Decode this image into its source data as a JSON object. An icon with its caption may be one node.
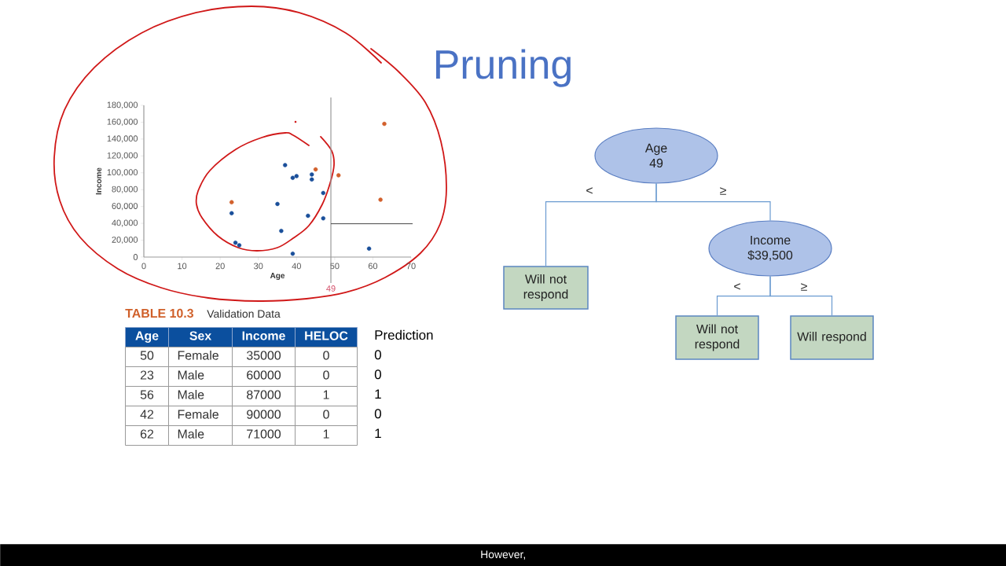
{
  "diagram": {
    "title": "Pruning",
    "caption": "However,",
    "nodes": [
      {
        "text": [
          "Age",
          "49"
        ]
      },
      {
        "text": [
          "Income",
          "$39,500"
        ]
      },
      {
        "text": [
          "Will not respond"
        ]
      },
      {
        "text": [
          "Will not respond"
        ]
      },
      {
        "text": [
          "Will respond"
        ]
      }
    ],
    "edges": [
      {
        "from": 0,
        "to": 2,
        "arrow": "none",
        "label": "<"
      },
      {
        "from": 0,
        "to": 1,
        "arrow": "none",
        "label": "≥"
      },
      {
        "from": 1,
        "to": 3,
        "arrow": "none",
        "label": "<"
      },
      {
        "from": 1,
        "to": 4,
        "arrow": "none",
        "label": "≥"
      }
    ],
    "labels": [
      "TABLE 10.3",
      "Validation Data",
      "Age",
      "Sex",
      "Income",
      "HELOC",
      "Prediction",
      "50",
      "Female",
      "35000",
      "0",
      "0",
      "23",
      "Male",
      "60000",
      "0",
      "0",
      "56",
      "Male",
      "87000",
      "1",
      "1",
      "42",
      "Female",
      "90000",
      "0",
      "0",
      "62",
      "Male",
      "71000",
      "1",
      "1"
    ],
    "chart_data": {
      "type": "scatter",
      "xlabel": "Age",
      "ylabel": "Income",
      "x": [
        23,
        23,
        24,
        25,
        35,
        36,
        37,
        39,
        39,
        40,
        43,
        44,
        44,
        45,
        47,
        47,
        51,
        59,
        62,
        63
      ],
      "series": [
        {
          "color": "#1a4f9a",
          "values": [
            52000,
            null,
            17000,
            14000,
            63000,
            31000,
            109000,
            94000,
            4000,
            96000,
            49000,
            98000,
            92000,
            null,
            76000,
            46000,
            null,
            10000,
            null,
            null
          ]
        },
        {
          "color": "#d2602c",
          "values": [
            null,
            65000,
            null,
            null,
            null,
            null,
            null,
            null,
            null,
            null,
            null,
            null,
            null,
            104000,
            null,
            null,
            97000,
            null,
            68000,
            158000
          ]
        }
      ],
      "xlim": [
        0,
        70
      ],
      "ylim": [
        0,
        180000
      ],
      "xticks": [
        0,
        10,
        20,
        30,
        40,
        50,
        60,
        70
      ],
      "yticks": [
        0,
        {
          "value": 20000,
          "label": "20,000"
        },
        {
          "value": 40000,
          "label": "40,000"
        },
        {
          "value": 60000,
          "label": "60,000"
        },
        {
          "value": 80000,
          "label": "80,000"
        },
        {
          "value": 100000,
          "label": "100,000"
        },
        {
          "value": 120000,
          "label": "120,000"
        },
        {
          "value": 140000,
          "label": "140,000"
        },
        {
          "value": 160000,
          "label": "160,000"
        },
        {
          "value": 180000,
          "label": "180,000"
        }
      ],
      "ref_lines": [
        {
          "axis": "x",
          "value": 49,
          "label": "49"
        },
        {
          "axis": "y",
          "value": 39500
        }
      ]
    }
  }
}
